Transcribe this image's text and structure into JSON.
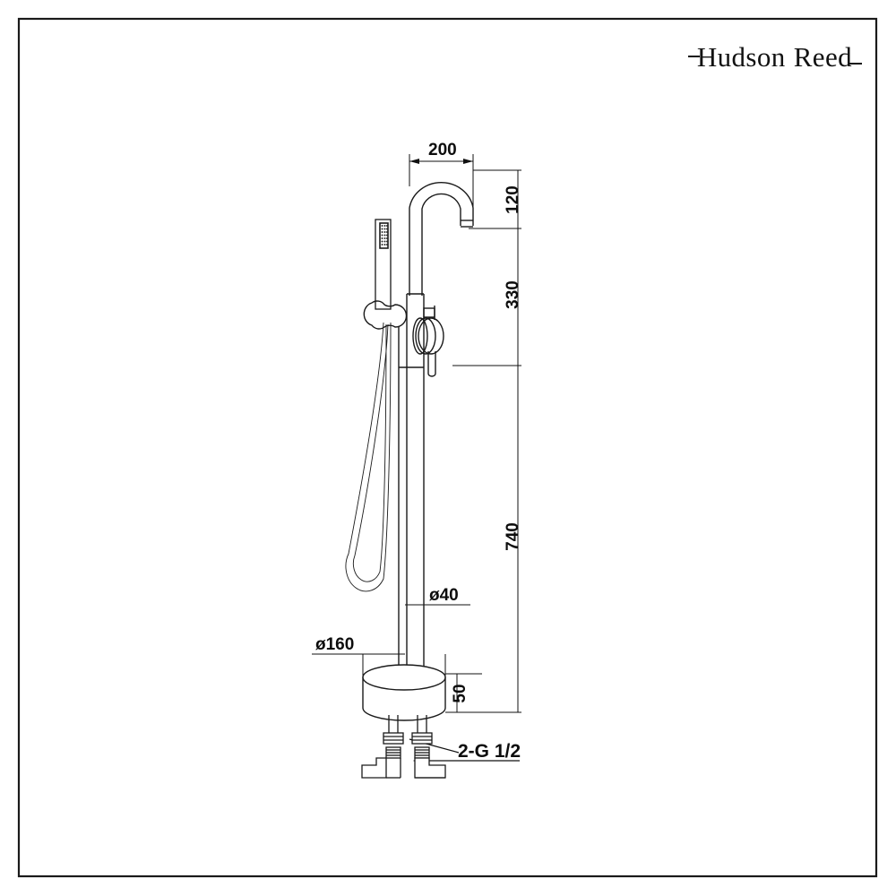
{
  "document": {
    "type": "technical-drawing",
    "subject": "Freestanding bath shower mixer tap",
    "background_color": "#ffffff",
    "line_color": "#1a1a1a"
  },
  "brand": {
    "name": "Hudson Reed",
    "word1": "Hudson",
    "word2": "Reed"
  },
  "dimensions": {
    "spout_reach": "200",
    "spout_height_from_body": "120",
    "body_to_outlet": "330",
    "floor_to_body": "740",
    "column_diameter": "ø40",
    "base_diameter": "ø160",
    "base_height": "50",
    "inlet_thread": "2-G 1/2"
  },
  "parts": {
    "spout": "gooseneck-spout",
    "handset": "shower-handset",
    "hose": "shower-hose",
    "bracket": "handset-bracket",
    "valve": "mixer-valve-handle",
    "column": "riser-column",
    "base": "floor-mounting-base",
    "inlets": "threaded-inlet-connectors"
  }
}
